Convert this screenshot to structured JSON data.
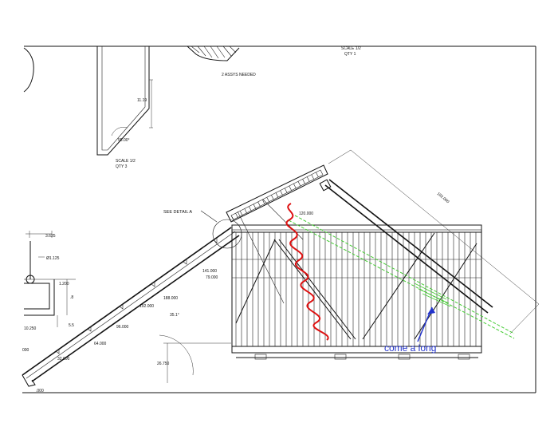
{
  "top_view": {
    "assys_note": "2 ASSYS NEEDED",
    "scale": "SCALE  1/2",
    "qty": "QTY 1"
  },
  "bracket_view": {
    "dim_height": "11.19",
    "angle": "55.00°",
    "scale": "SCALE  1/2",
    "qty": "QTY 3"
  },
  "detail_callout": "SEE DETAIL  A",
  "left_detail": {
    "dim_width": "3.625",
    "dim_diameter": "Ø1.125",
    "dim_a": "1.200",
    "dim_b": ".8",
    "dim_c": "10.250",
    "dim_d": "5.5",
    "dim_e": "000"
  },
  "ramp_dims": {
    "d1": "120.000",
    "d2": "141.000",
    "d3": "79.000",
    "d4": "188.000",
    "d5": "192.000",
    "d6": "96.000",
    "d7": "64.000",
    "d8": "32.000",
    "angle": "35.1°",
    "height": "26.750",
    "bottom": ".000",
    "diag": "192.000"
  },
  "annotation": {
    "text": "come a long",
    "color": "#2233cc",
    "spring_color": "#dd1111",
    "path_color": "#44cc33"
  }
}
